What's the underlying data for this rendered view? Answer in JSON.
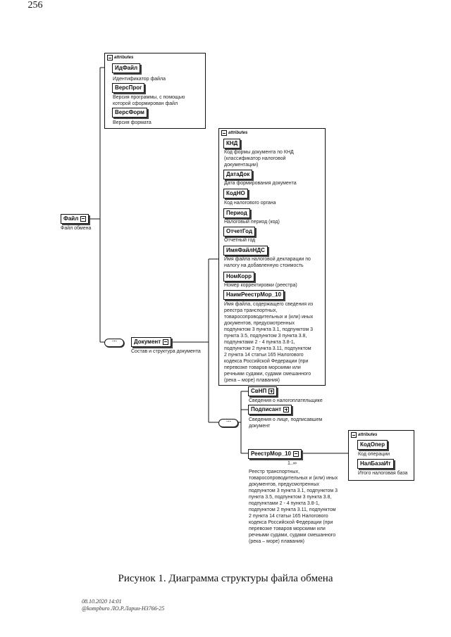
{
  "page_number": "256",
  "file_element": {
    "label": "Файл",
    "description": "Файл обмена"
  },
  "file_attributes": {
    "header": "attributes",
    "items": [
      {
        "label": "ИдФайл",
        "description": "Идентификатор файла"
      },
      {
        "label": "ВерсПрог",
        "description_lines": [
          "Версия программы, с помощью",
          "которой сформирован файл"
        ]
      },
      {
        "label": "ВерсФорм",
        "description": "Версия формата"
      }
    ]
  },
  "document_element": {
    "label": "Документ",
    "description": "Состав и структура документа"
  },
  "document_attributes": {
    "header": "attributes",
    "items": [
      {
        "label": "КНД",
        "description_lines": [
          "Код формы документа по КНД",
          "(классификатор налоговой",
          "документации)"
        ]
      },
      {
        "label": "ДатаДок",
        "description_lines": [
          "Дата формирования документа"
        ]
      },
      {
        "label": "КодНО",
        "description_lines": [
          "Код налогового органа"
        ]
      },
      {
        "label": "Период",
        "description_lines": [
          "Налоговый период (код)"
        ]
      },
      {
        "label": "ОтчетГод",
        "description_lines": [
          "Отчетный год"
        ]
      },
      {
        "label": "ИмяФайлНДС",
        "description_lines": [
          "Имя файла налоговой декларации по",
          "налогу на добавленную стоимость"
        ]
      },
      {
        "label": "НомКорр",
        "description_lines": [
          "Номер корректировки (реестра)"
        ]
      },
      {
        "label": "НаимРеестрМор_10",
        "description_lines": [
          "Имя файла, содержащего сведения из",
          "реестра транспортных,",
          "товаросопроводительных и (или) иных",
          "документов, предусмотренных",
          "подпунктом 3 пункта 3.1, подпунктом 3",
          "пункта 3.5, подпунктом 3 пункта 3.8,",
          "подпунктами 2 - 4 пункта 3.8-1,",
          "подпунктом 2 пункта 3.11, подпунктом",
          "2 пункта 14 статьи 165 Налогового",
          "кодекса Российской Федерации (при",
          "перевозке товаров морскими или",
          "речными судами, судами смешанного",
          "(река – море) плавания)"
        ]
      }
    ]
  },
  "child_elements": {
    "svnp": {
      "label": "СвНП",
      "description": "Сведения о налогоплательщике"
    },
    "podpisant": {
      "label": "Подписант",
      "description_lines": [
        "Сведения о лице, подписавшем",
        "документ"
      ]
    },
    "reestr": {
      "label": "РеестрМор_10",
      "cardinality": "1..∞",
      "description_lines": [
        "Реестр транспортных,",
        "товаросопроводительных и (или) иных",
        "документов, предусмотренных",
        "подпунктом 3 пункта 3.1, подпунктом 3",
        "пункта 3.5, подпунктом 3 пункта 3.8,",
        "подпунктами 2 - 4 пункта 3.8-1,",
        "подпунктом 2 пункта 3.11, подпунктом",
        "2 пункта 14 статьи 165 Налогового",
        "кодекса Российской Федерации (при",
        "перевозке товаров морскими или",
        "речными судами, судами смешанного",
        "(река – море) плавания)"
      ]
    }
  },
  "reestr_attributes": {
    "header": "attributes",
    "items": [
      {
        "label": "КодОпер",
        "description": "Код операции"
      },
      {
        "label": "НалБазаИт",
        "description": "Итого налоговая база"
      }
    ]
  },
  "caption": "Рисунок 1. Диаграмма структуры файла обмена",
  "stamp_lines": [
    "08.10.2020 14:01",
    "@kompburo ЛО.Р.Ларин-Н3766-25"
  ]
}
